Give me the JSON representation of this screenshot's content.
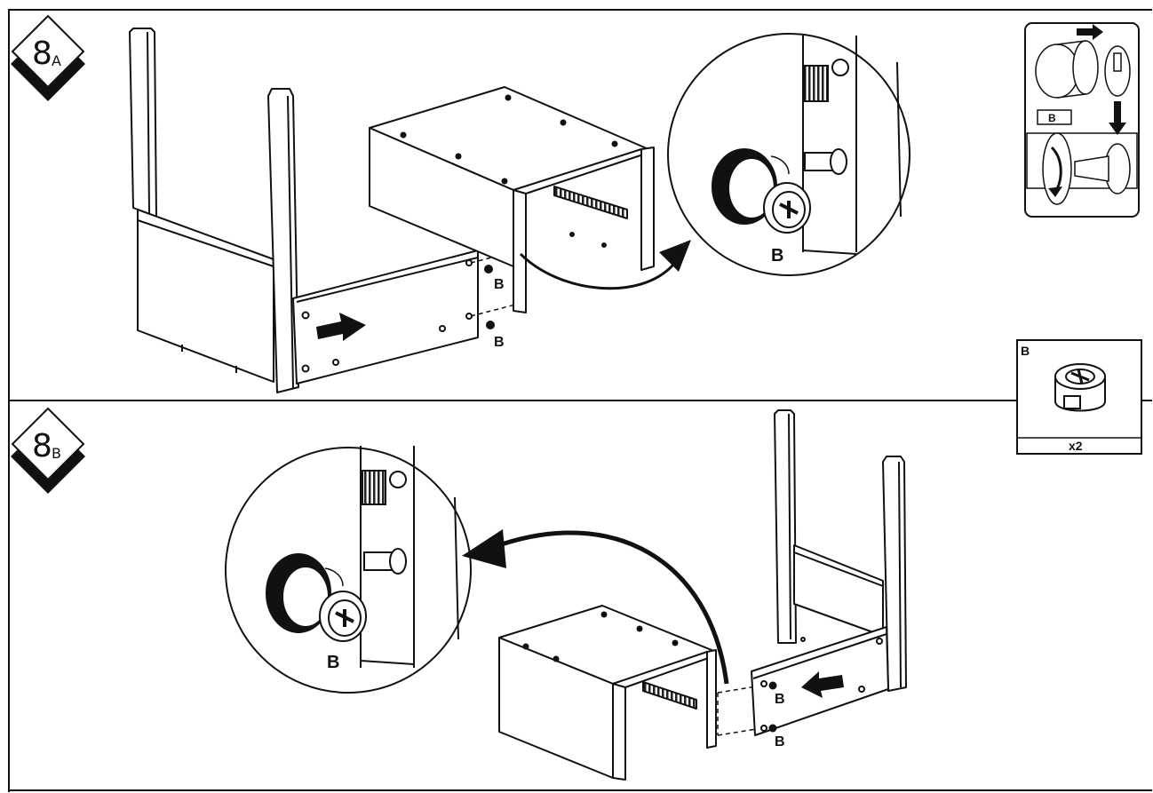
{
  "step_a": {
    "number": "8",
    "suffix": "A"
  },
  "step_b": {
    "number": "8",
    "suffix": "B"
  },
  "part_letter": "B",
  "parts_box": {
    "letter": "B",
    "quantity": "x2"
  },
  "inset": {
    "letter": "B"
  },
  "colors": {
    "line": "#111111",
    "background": "#ffffff",
    "shade": "#888888"
  }
}
